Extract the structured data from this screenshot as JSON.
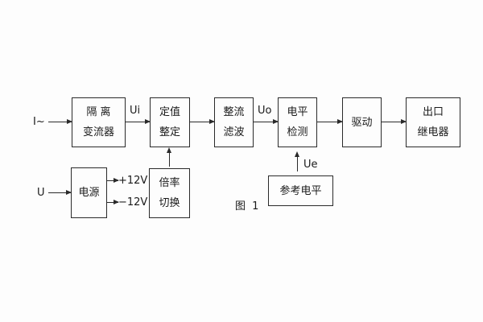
{
  "figure": {
    "caption": "图 1",
    "colors": {
      "line": "#2a2a2a",
      "background": "#fdfdfd",
      "text": "#1a1a1a"
    }
  },
  "blocks": {
    "isolation": {
      "line1": "隔 离",
      "line2": "变流器"
    },
    "setting": {
      "line1": "定值",
      "line2": "整定"
    },
    "rectify": {
      "line1": "整流",
      "line2": "滤波"
    },
    "level": {
      "line1": "电平",
      "line2": "检测"
    },
    "drive": {
      "line1": "驱动"
    },
    "output": {
      "line1": "出口",
      "line2": "继电器"
    },
    "power": {
      "line1": "电源"
    },
    "ratio": {
      "line1": "倍率",
      "line2": "切换"
    },
    "reference": {
      "line1": "参考电平"
    }
  },
  "signals": {
    "input_current": "I~",
    "input_voltage": "U",
    "ui": "Ui",
    "uo": "Uo",
    "ue": "Ue",
    "plus12v": "+12V",
    "minus12v": "−12V"
  }
}
